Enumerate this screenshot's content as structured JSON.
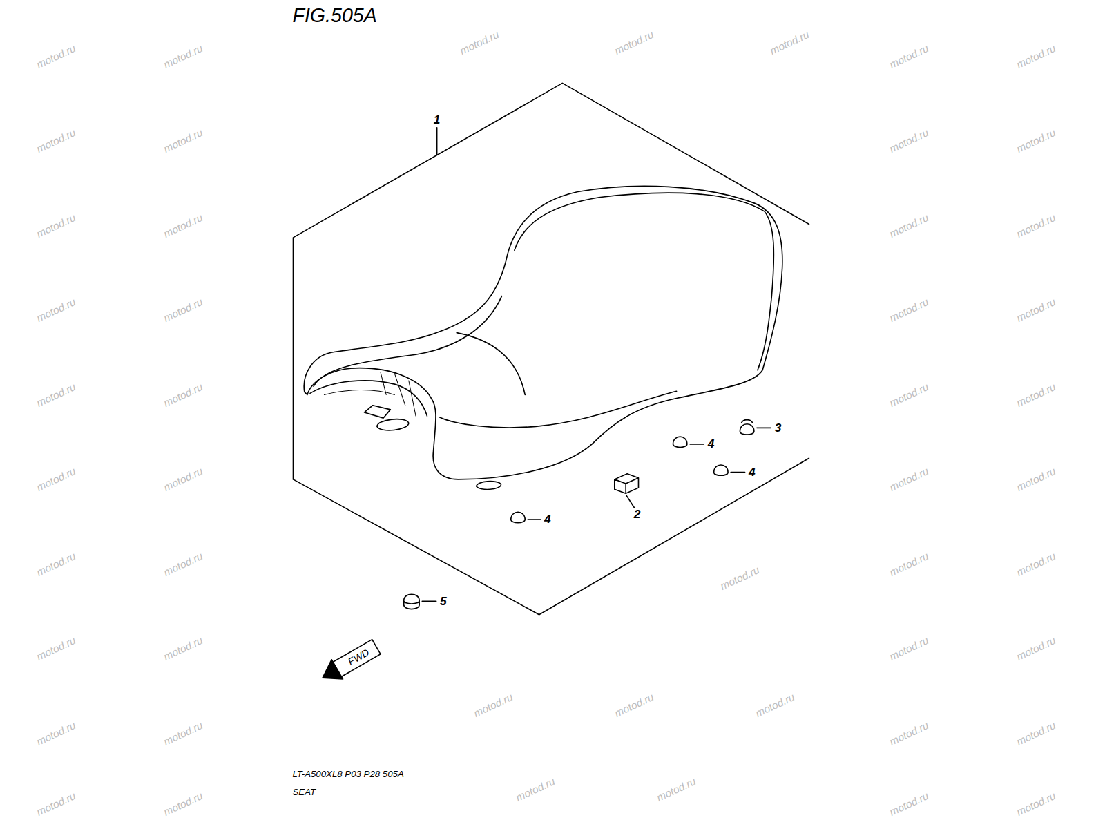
{
  "diagram": {
    "title": "FIG.505A",
    "labels": [
      "1",
      "2",
      "3",
      "4",
      "4",
      "4",
      "5",
      "FWD",
      "LT-A500XL8 P03 P28 505A",
      "SEAT",
      "motod.ru",
      "motod.ru",
      "motod.ru",
      "motod.ru",
      "motod.ru",
      "motod.ru",
      "motod.ru",
      "motod.ru",
      "motod.ru",
      "motod.ru",
      "motod.ru",
      "motod.ru",
      "motod.ru",
      "motod.ru",
      "motod.ru",
      "motod.ru",
      "motod.ru",
      "motod.ru",
      "motod.ru",
      "motod.ru",
      "motod.ru",
      "motod.ru",
      "motod.ru",
      "motod.ru",
      "motod.ru",
      "motod.ru",
      "motod.ru",
      "motod.ru",
      "motod.ru",
      "motod.ru",
      "motod.ru",
      "motod.ru",
      "motod.ru",
      "motod.ru",
      "motod.ru",
      "motod.ru",
      "motod.ru",
      "motod.ru",
      "motod.ru",
      "motod.ru",
      "motod.ru",
      "motod.ru",
      "motod.ru",
      "motod.ru",
      "motod.ru",
      "motod.ru",
      "motod.ru",
      "motod.ru",
      "motod.ru"
    ]
  }
}
